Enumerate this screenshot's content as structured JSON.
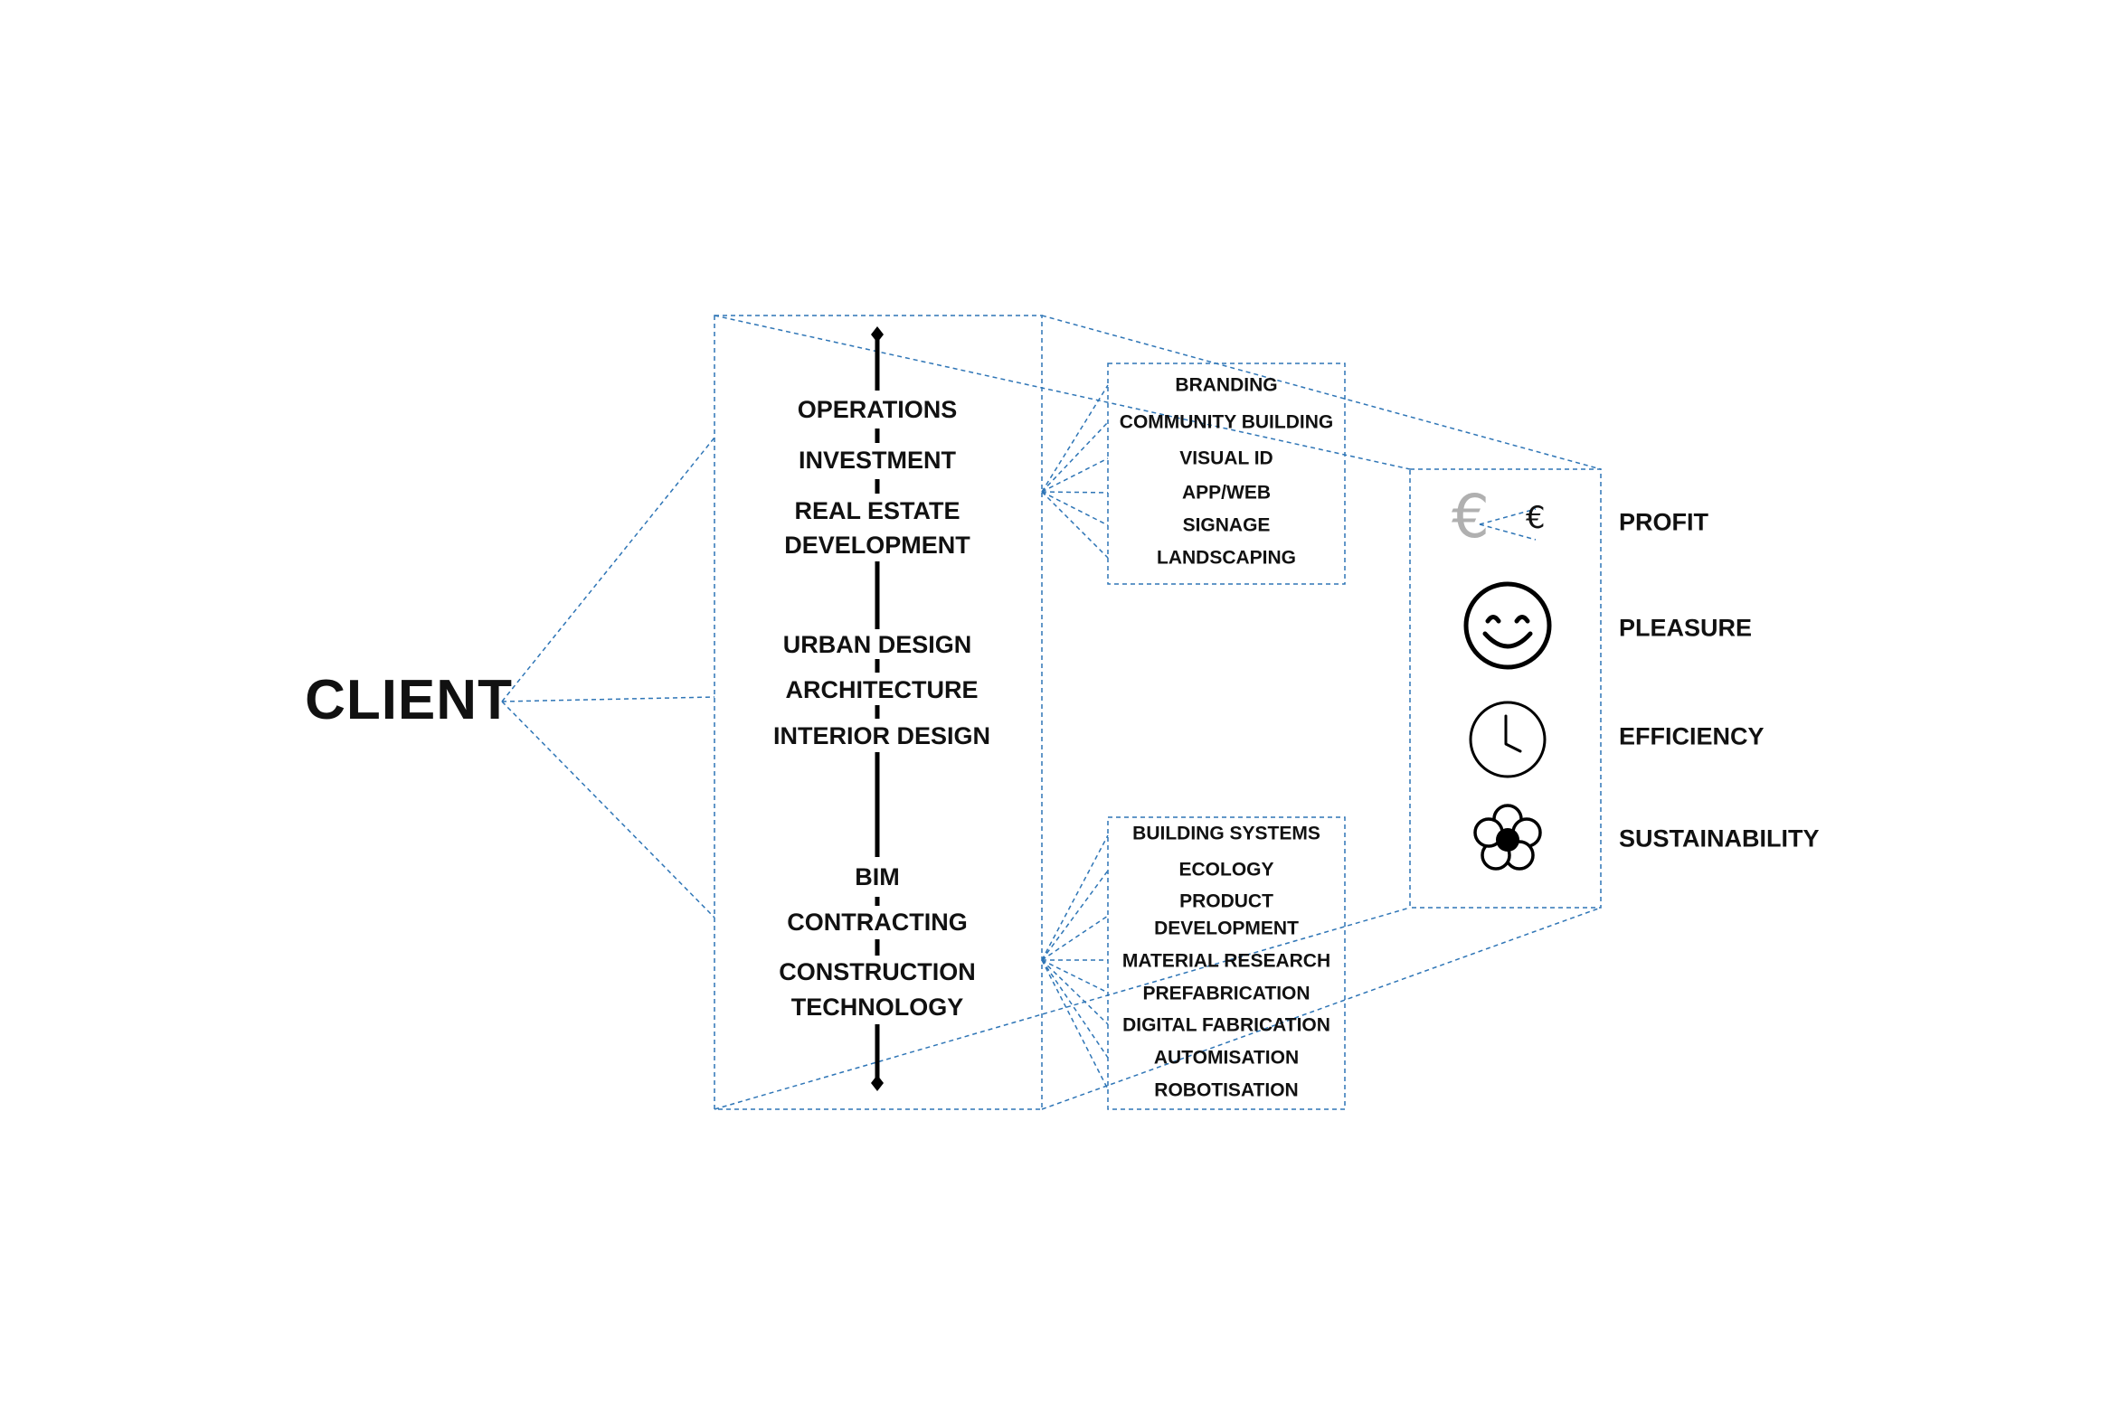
{
  "client": "CLIENT",
  "main_items": [
    "OPERATIONS",
    "INVESTMENT",
    "REAL ESTATE",
    "DEVELOPMENT",
    "URBAN DESIGN",
    "ARCHITECTURE",
    "INTERIOR DESIGN",
    "BIM",
    "CONTRACTING",
    "CONSTRUCTION",
    "TECHNOLOGY"
  ],
  "top_box": [
    "BRANDING",
    "COMMUNITY BUILDING",
    "VISUAL ID",
    "APP/WEB",
    "SIGNAGE",
    "LANDSCAPING"
  ],
  "bottom_box": [
    "BUILDING SYSTEMS",
    "ECOLOGY",
    "PRODUCT",
    "DEVELOPMENT",
    "MATERIAL RESEARCH",
    "PREFABRICATION",
    "DIGITAL FABRICATION",
    "AUTOMISATION",
    "ROBOTISATION"
  ],
  "values": [
    {
      "label": "PROFIT",
      "icon": "euro-icon",
      "glyph_large": "€",
      "glyph_small": "€"
    },
    {
      "label": "PLEASURE",
      "icon": "smiley-icon"
    },
    {
      "label": "EFFICIENCY",
      "icon": "clock-icon"
    },
    {
      "label": "SUSTAINABILITY",
      "icon": "flower-icon"
    }
  ],
  "colors": {
    "dashed": "#2e75b6",
    "text": "#111111",
    "euro_faded": "#b0b0b0"
  }
}
